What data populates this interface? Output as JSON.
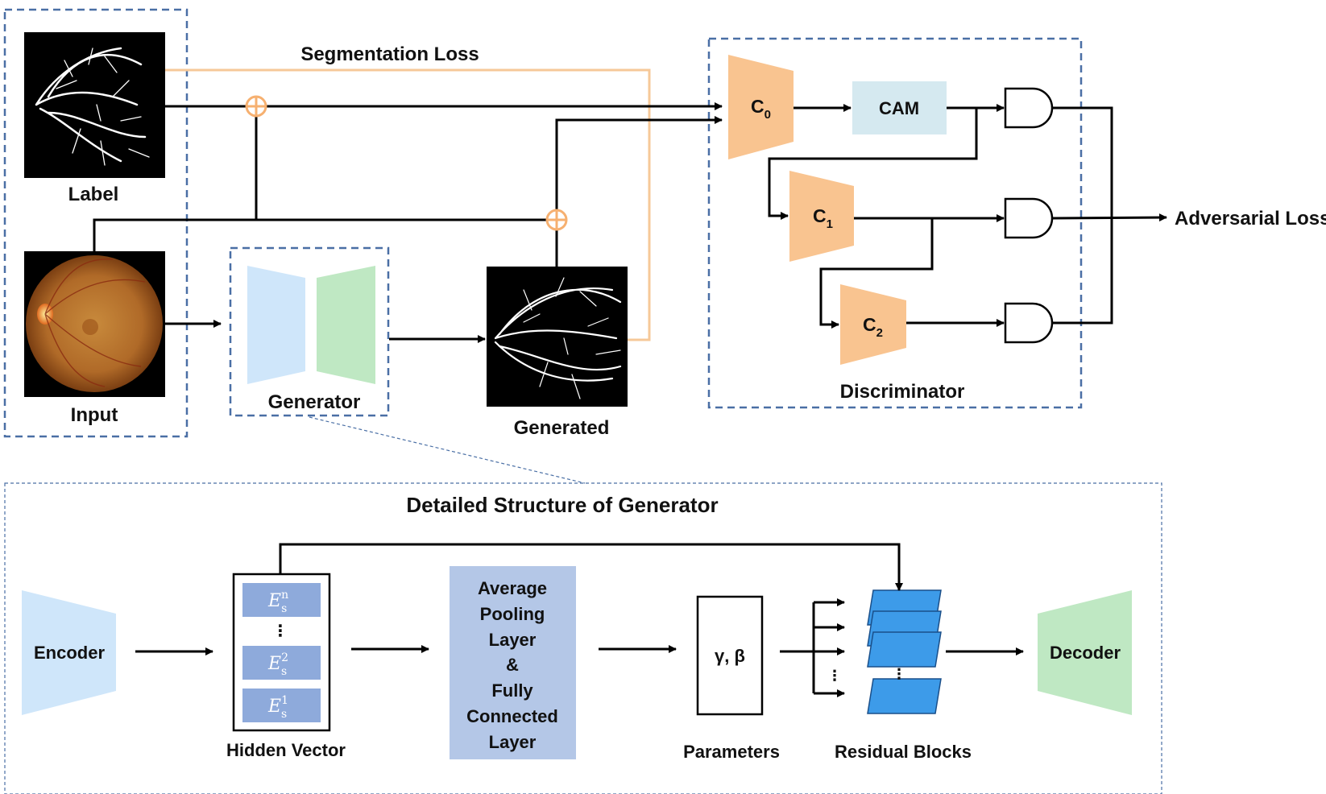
{
  "title": "Detailed Structure of Generator",
  "labels": {
    "segmentation_loss": "Segmentation Loss",
    "label": "Label",
    "input": "Input",
    "generator": "Generator",
    "generated": "Generated",
    "discriminator": "Discriminator",
    "adversarial_loss": "Adversarial Loss",
    "cam": "CAM"
  },
  "classifiers": [
    {
      "base": "C",
      "sub": "0"
    },
    {
      "base": "C",
      "sub": "1"
    },
    {
      "base": "C",
      "sub": "2"
    }
  ],
  "detail": {
    "encoder": "Encoder",
    "decoder": "Decoder",
    "hidden_vector": "Hidden Vector",
    "hidden_items": [
      {
        "base": "E",
        "sub": "s",
        "sup": "n"
      },
      {
        "base": "E",
        "sub": "s",
        "sup": "2"
      },
      {
        "base": "E",
        "sub": "s",
        "sup": "1"
      }
    ],
    "vdots": "⋮",
    "pooling_lines": [
      "Average",
      "Pooling",
      "Layer",
      "&",
      "Fully",
      "Connected",
      "Layer"
    ],
    "params_value": "γ, β",
    "parameters": "Parameters",
    "residual_blocks": "Residual Blocks"
  },
  "colors": {
    "dashed_blue": "#4a6fa5",
    "orange": "#f9c490",
    "orange_line": "#f6c898",
    "cam_fill": "#d5e9f0",
    "encoder_fill": "#cfe6fa",
    "decoder_fill": "#bfe8c3",
    "hidden_fill": "#8eaadb",
    "pool_fill": "#b4c7e7",
    "residual_fill": "#3d9be9"
  }
}
